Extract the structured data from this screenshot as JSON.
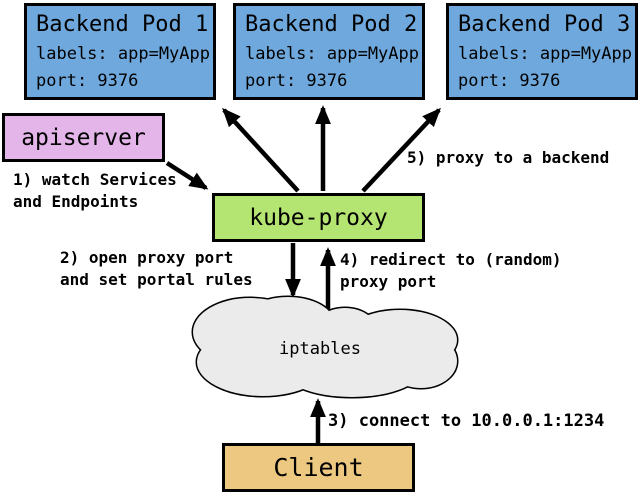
{
  "diagram": {
    "pods": [
      {
        "title": "Backend Pod 1",
        "labels": "labels: app=MyApp",
        "port": "port: 9376"
      },
      {
        "title": "Backend Pod 2",
        "labels": "labels: app=MyApp",
        "port": "port: 9376"
      },
      {
        "title": "Backend Pod 3",
        "labels": "labels: app=MyApp",
        "port": "port: 9376"
      }
    ],
    "apiserver": {
      "label": "apiserver"
    },
    "kube_proxy": {
      "label": "kube-proxy"
    },
    "cloud": {
      "label": "iptables"
    },
    "client": {
      "label": "Client"
    },
    "annotations": {
      "step1": "1) watch Services\nand Endpoints",
      "step2": "2) open proxy port\nand set portal rules",
      "step3": "3) connect to 10.0.0.1:1234",
      "step4": "4) redirect to (random)\nproxy port",
      "step5": "5) proxy to a backend"
    },
    "colors": {
      "pod_fill": "#6fa8dc",
      "apiserver_fill": "#e3b5e8",
      "kube_proxy_fill": "#b4e572",
      "client_fill": "#edc880",
      "cloud_fill": "#ebebeb",
      "line": "#000000"
    }
  }
}
